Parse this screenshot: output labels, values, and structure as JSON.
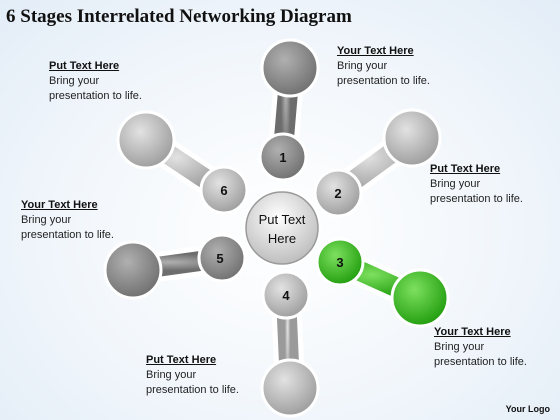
{
  "title": "6 Stages Interrelated Networking Diagram",
  "center": {
    "line1": "Put Text",
    "line2": "Here"
  },
  "stages": [
    {
      "number": "1",
      "heading": "Your Text Here",
      "line1": "Bring your",
      "line2": "presentation to life.",
      "color": "#8c8c8c"
    },
    {
      "number": "2",
      "heading": "Put Text Here",
      "line1": "Bring your",
      "line2": "presentation to life.",
      "color": "#bdbdbd"
    },
    {
      "number": "3",
      "heading": "Your Text Here",
      "line1": "Bring your",
      "line2": "presentation to life.",
      "color": "#2fbf14"
    },
    {
      "number": "4",
      "heading": "Put Text Here",
      "line1": "Bring your",
      "line2": "presentation to life.",
      "color": "#c6c6c6"
    },
    {
      "number": "5",
      "heading": "Your Text Here",
      "line1": "Bring your",
      "line2": "presentation to life.",
      "color": "#9e9e9e"
    },
    {
      "number": "6",
      "heading": "Put Text Here",
      "line1": "Bring your",
      "line2": "presentation to life.",
      "color": "#b5b5b5"
    }
  ],
  "logo": "Your Logo"
}
